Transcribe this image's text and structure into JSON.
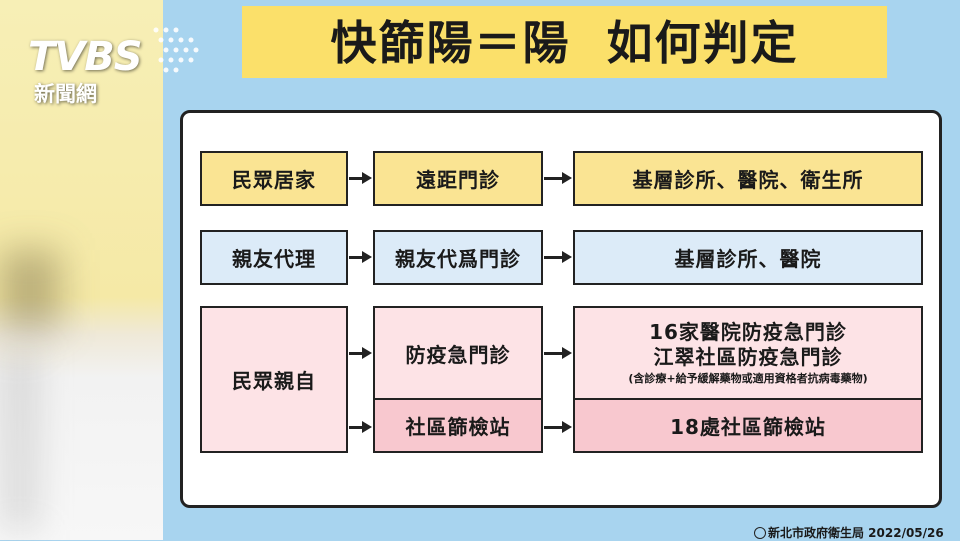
{
  "logo": {
    "brand": "TVBS",
    "subtitle": "新聞網"
  },
  "title": "快篩陽＝陽  如何判定",
  "rows": [
    {
      "source": "民眾居家",
      "service": "遠距門診",
      "destination": "基層診所、醫院、衛生所"
    },
    {
      "source": "親友代理",
      "service": "親友代爲門診",
      "destination": "基層診所、醫院"
    },
    {
      "source": "民眾親自",
      "service_a": "防疫急門診",
      "destination_a_line1": "16家醫院防疫急門診",
      "destination_a_line2": "江翠社區防疫急門診",
      "destination_a_note": "(含診療+給予緩解藥物或適用資格者抗病毒藥物)",
      "service_b": "社區篩檢站",
      "destination_b": "18處社區篩檢站"
    }
  ],
  "credit": "新北市政府衛生局 2022/05/26",
  "colors": {
    "background": "#a8d4ef",
    "banner": "#fbe06a",
    "yellow_box": "#fae493",
    "blue_box": "#dcebf8",
    "pink_box": "#fde3e6",
    "pink_deep_box": "#f8c8cf"
  }
}
